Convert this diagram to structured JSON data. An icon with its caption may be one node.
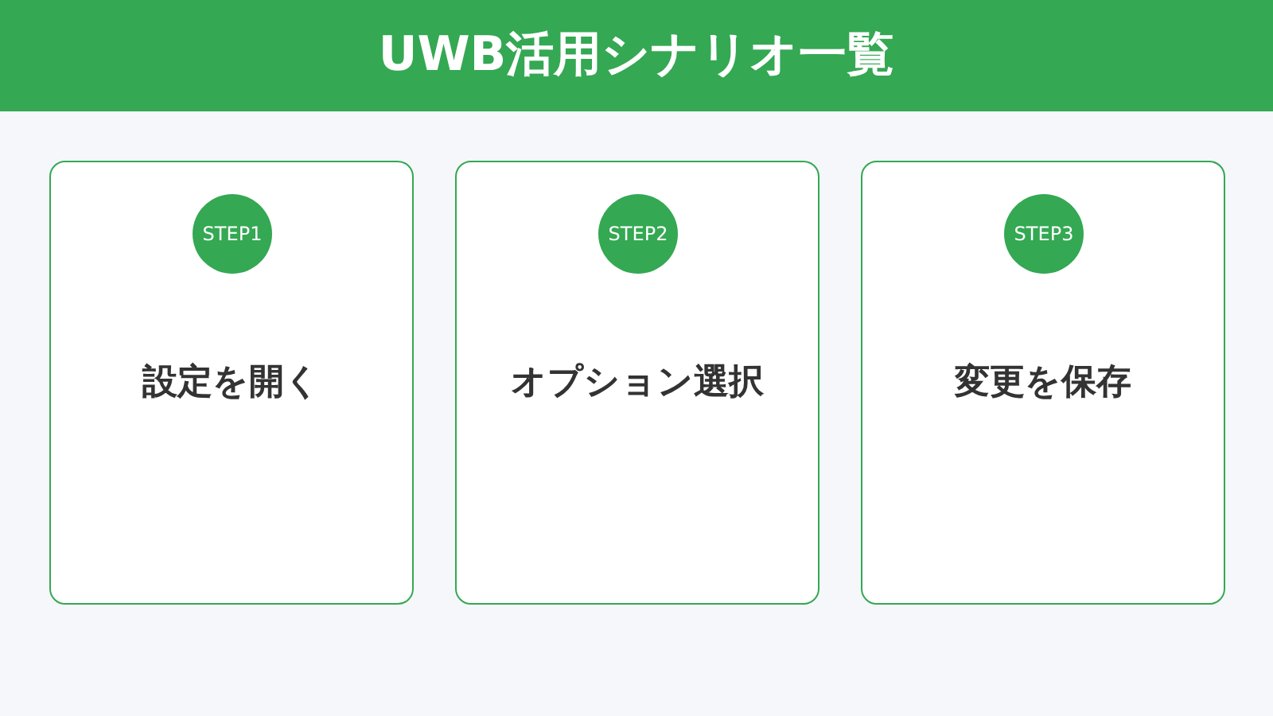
{
  "diagram": {
    "title": "UWB活用シナリオ一覧",
    "nodes": [
      {
        "text": [
          "設定を開く"
        ]
      },
      {
        "text": [
          "STEP1"
        ],
        "in": 0
      },
      {
        "text": [
          "オプション選択"
        ]
      },
      {
        "text": [
          "STEP2"
        ],
        "in": 2
      },
      {
        "text": [
          "変更を保存"
        ]
      },
      {
        "text": [
          "STEP3"
        ],
        "in": 4
      }
    ]
  }
}
